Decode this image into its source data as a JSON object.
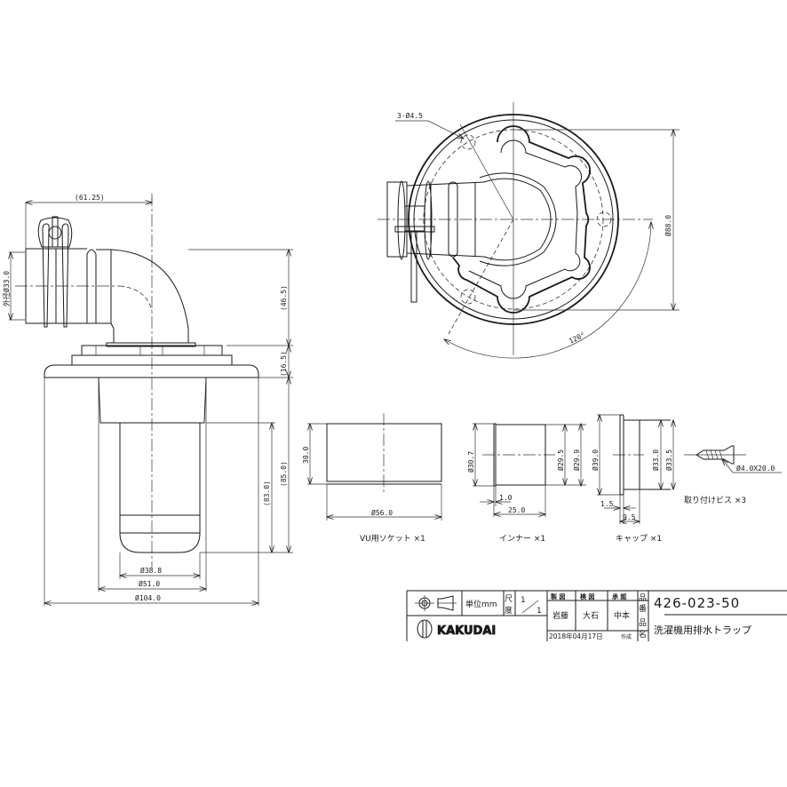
{
  "side_view": {
    "dim_width_top": "(61.25)",
    "dim_outlet_dia": "外径Ø33.0",
    "dim_elbow_height": "(46.5)",
    "dim_flange_height": "(16.5)",
    "dim_body_height": "(85.0)",
    "dim_trap_height": "(83.0)",
    "dim_inner_dia": "Ø38.8",
    "dim_body_dia": "Ø51.0",
    "dim_flange_dia": "Ø104.0"
  },
  "top_view": {
    "dim_holes": "3-Ø4.5",
    "dim_pcd": "Ø88.0",
    "dim_angle": "120°"
  },
  "parts": [
    {
      "name": "VU用ソケット ×1",
      "dim_height": "30.0",
      "dim_dia": "Ø56.0"
    },
    {
      "name": "インナー ×1",
      "dim_outer": "Ø30.7",
      "dim_in1": "Ø29.5",
      "dim_in2": "Ø29.9",
      "dim_flange": "1.0",
      "dim_length": "25.0"
    },
    {
      "name": "キャップ ×1",
      "dim_outer": "Ø39.0",
      "dim_in1": "Ø33.0",
      "dim_in2": "Ø33.5",
      "dim_flange": "1.5",
      "dim_length": "9.5"
    },
    {
      "name": "取り付けビス ×3",
      "dim_screw": "Ø4.0X20.0"
    }
  ],
  "title_block": {
    "unit_label": "単位mm",
    "scale_label_1": "尺",
    "scale_label_2": "度",
    "scale_num": "1",
    "scale_den": "1",
    "col_drawn": "製 図",
    "col_checked": "検 図",
    "col_approved": "承 認",
    "drawn_by": "岩藤",
    "checked_by": "大石",
    "approved_by": "中本",
    "date": "2018年04月17日",
    "date_suffix": "作成",
    "part_no_label_1": "品",
    "part_no_label_2": "番",
    "part_name_label_1": "品",
    "part_name_label_2": "名",
    "part_no": "426-023-50",
    "part_name": "洗濯機用排水トラップ",
    "brand": "KAKUDAI"
  }
}
